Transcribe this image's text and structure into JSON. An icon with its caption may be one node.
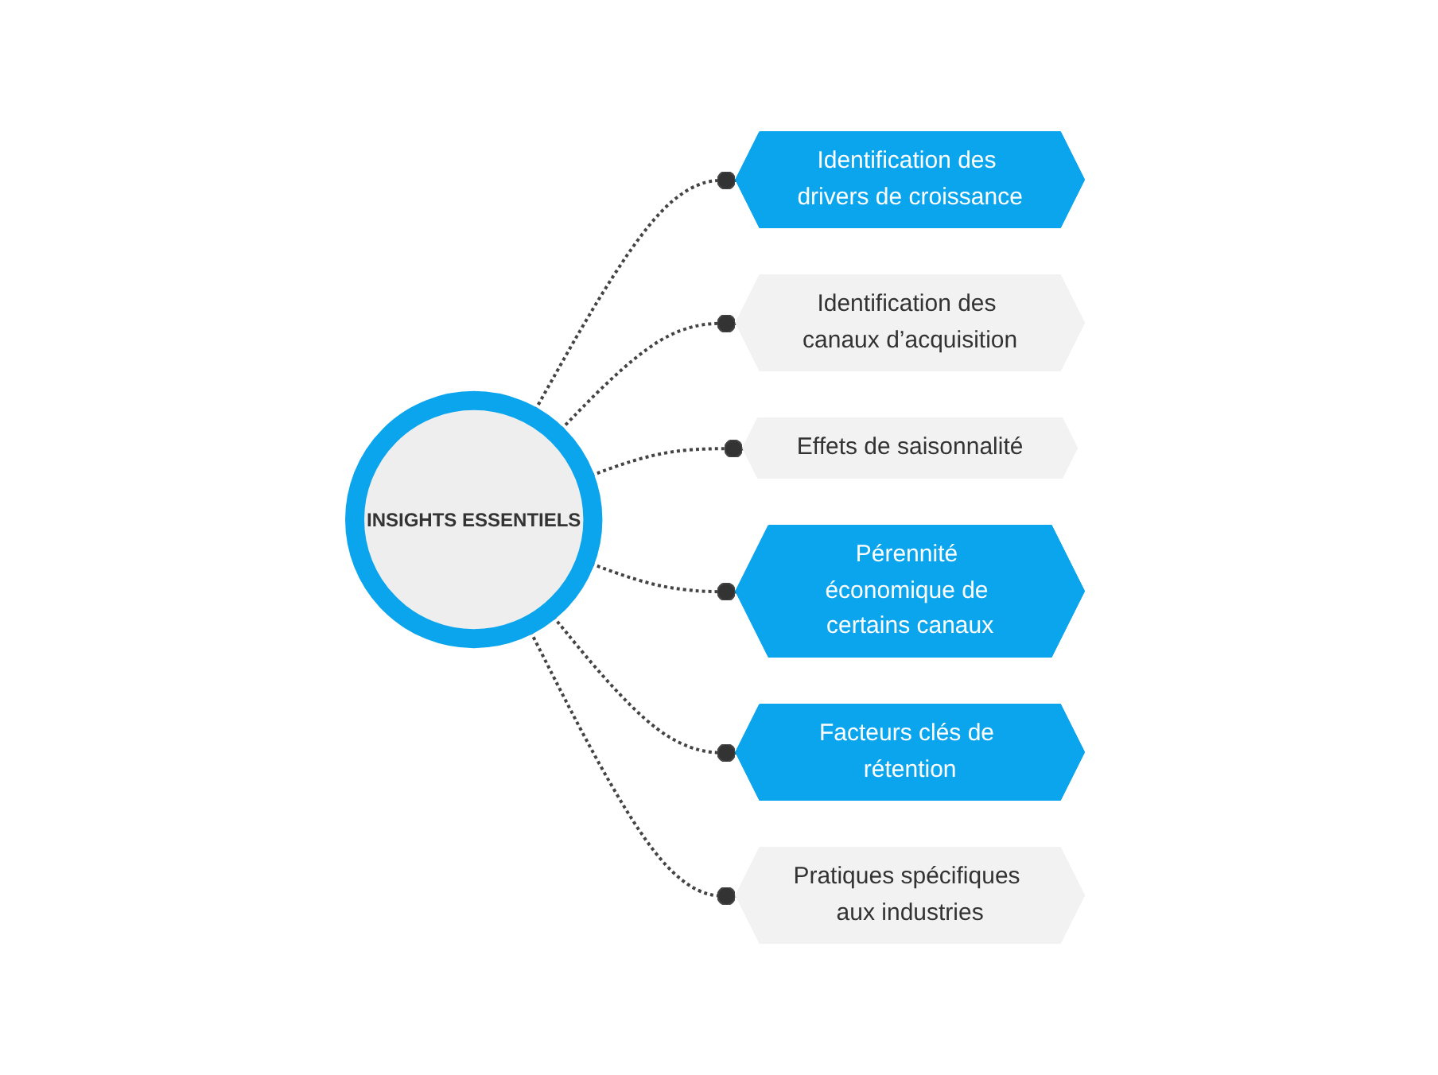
{
  "diagram": {
    "nodes": [
      {
        "text": [
          "Identification des drivers de croissance"
        ]
      },
      {
        "text": [
          "Identification des canaux d’acquisition"
        ]
      },
      {
        "text": [
          "Effets de saisonnalité"
        ]
      },
      {
        "text": [
          "INSIGHTS ESSENTIELS"
        ]
      },
      {
        "text": [
          "Pérennité économique de certains canaux"
        ]
      },
      {
        "text": [
          "Facteurs clés de rétention"
        ]
      },
      {
        "text": [
          "Pratiques spécifiques aux industries"
        ]
      }
    ],
    "edges": [
      {
        "from": 3,
        "to": 0,
        "arrow": "other",
        "style": "dashed"
      },
      {
        "from": 3,
        "to": 1,
        "arrow": "other",
        "style": "dashed"
      },
      {
        "from": 3,
        "to": 2,
        "arrow": "other",
        "style": "dashed"
      },
      {
        "from": 3,
        "to": 4,
        "arrow": "other",
        "style": "dashed"
      },
      {
        "from": 3,
        "to": 5,
        "arrow": "other",
        "style": "dashed"
      },
      {
        "from": 3,
        "to": 6,
        "arrow": "other",
        "style": "dashed"
      }
    ]
  }
}
